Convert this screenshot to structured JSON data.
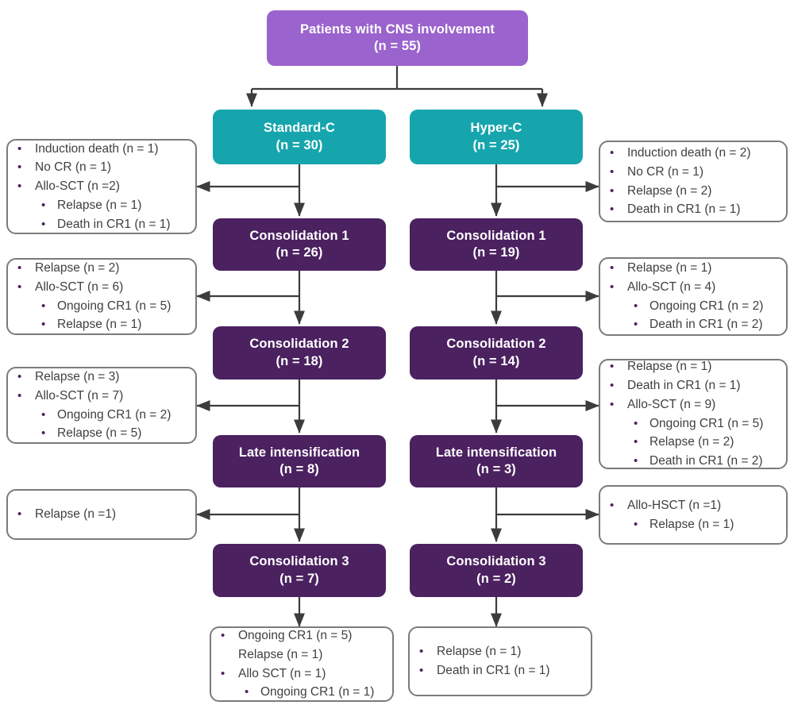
{
  "diagram": {
    "title": "CONSORT-style patient flow diagram: CNS involvement treatment arms",
    "colors": {
      "root": "#9a63cd",
      "arm": "#17a5ad",
      "stage": "#4b2160",
      "box_border": "#7b7b7b",
      "text_dark": "#3f3f3f",
      "edge": "#3c3c3c"
    }
  },
  "root": {
    "title": "Patients with CNS involvement",
    "count": "(n = 55)"
  },
  "arms": [
    {
      "title": "Standard-C",
      "count": "(n = 30)"
    },
    {
      "title": "Hyper-C",
      "count": "(n = 25)"
    }
  ],
  "left_column": [
    {
      "title": "Consolidation 1",
      "count": "(n = 26)"
    },
    {
      "title": "Consolidation 2",
      "count": "(n = 18)"
    },
    {
      "title": "Late intensification",
      "count": "(n = 8)"
    },
    {
      "title": "Consolidation 3",
      "count": "(n = 7)"
    }
  ],
  "right_column": [
    {
      "title": "Consolidation 1",
      "count": "(n = 19)"
    },
    {
      "title": "Consolidation 2",
      "count": "(n = 14)"
    },
    {
      "title": "Late intensification",
      "count": "(n = 3)"
    },
    {
      "title": "Consolidation 3",
      "count": "(n = 2)"
    }
  ],
  "left_sideboxes": [
    {
      "id": "left-induction",
      "lines": [
        {
          "level": 1,
          "bullet": true,
          "text": "Induction death (n = 1)"
        },
        {
          "level": 1,
          "bullet": true,
          "text": "No CR (n = 1)"
        },
        {
          "level": 1,
          "bullet": true,
          "text": "Allo-SCT (n =2)"
        },
        {
          "level": 2,
          "bullet": true,
          "text": "Relapse (n = 1)"
        },
        {
          "level": 2,
          "bullet": true,
          "text": "Death in CR1 (n = 1)"
        }
      ]
    },
    {
      "id": "left-after-cons1",
      "lines": [
        {
          "level": 1,
          "bullet": true,
          "text": "Relapse (n = 2)"
        },
        {
          "level": 1,
          "bullet": true,
          "text": "Allo-SCT (n = 6)"
        },
        {
          "level": 2,
          "bullet": true,
          "text": "Ongoing CR1 (n = 5)"
        },
        {
          "level": 2,
          "bullet": true,
          "text": "Relapse (n = 1)"
        }
      ]
    },
    {
      "id": "left-after-cons2",
      "lines": [
        {
          "level": 1,
          "bullet": true,
          "text": "Relapse (n = 3)"
        },
        {
          "level": 1,
          "bullet": true,
          "text": "Allo-SCT (n = 7)"
        },
        {
          "level": 2,
          "bullet": true,
          "text": "Ongoing CR1 (n = 2)"
        },
        {
          "level": 2,
          "bullet": true,
          "text": "Relapse (n = 5)"
        }
      ]
    },
    {
      "id": "left-after-late",
      "lines": [
        {
          "level": 1,
          "bullet": true,
          "text": "Relapse (n =1)"
        }
      ]
    },
    {
      "id": "left-terminal",
      "lines": [
        {
          "level": 1,
          "bullet": true,
          "text": "Ongoing CR1 (n = 5)"
        },
        {
          "level": 1,
          "bullet": false,
          "text": "Relapse (n = 1)"
        },
        {
          "level": 1,
          "bullet": true,
          "text": "Allo SCT (n = 1)"
        },
        {
          "level": 2,
          "bullet": true,
          "text": "Ongoing CR1 (n = 1)"
        }
      ]
    }
  ],
  "right_sideboxes": [
    {
      "id": "right-induction",
      "lines": [
        {
          "level": 1,
          "bullet": true,
          "text": "Induction death (n = 2)"
        },
        {
          "level": 1,
          "bullet": true,
          "text": "No CR (n = 1)"
        },
        {
          "level": 1,
          "bullet": true,
          "text": "Relapse (n = 2)"
        },
        {
          "level": 1,
          "bullet": true,
          "text": "Death in CR1 (n = 1)"
        }
      ]
    },
    {
      "id": "right-after-cons1",
      "lines": [
        {
          "level": 1,
          "bullet": true,
          "text": "Relapse (n = 1)"
        },
        {
          "level": 1,
          "bullet": true,
          "text": "Allo-SCT (n = 4)"
        },
        {
          "level": 2,
          "bullet": true,
          "text": "Ongoing CR1 (n = 2)"
        },
        {
          "level": 2,
          "bullet": true,
          "text": "Death in CR1 (n = 2)"
        }
      ]
    },
    {
      "id": "right-after-cons2",
      "lines": [
        {
          "level": 1,
          "bullet": true,
          "text": "Relapse (n = 1)"
        },
        {
          "level": 1,
          "bullet": true,
          "text": "Death in CR1 (n = 1)"
        },
        {
          "level": 1,
          "bullet": true,
          "text": "Allo-SCT (n = 9)"
        },
        {
          "level": 2,
          "bullet": true,
          "text": "Ongoing CR1 (n = 5)"
        },
        {
          "level": 2,
          "bullet": true,
          "text": "Relapse (n = 2)"
        },
        {
          "level": 2,
          "bullet": true,
          "text": "Death in CR1 (n = 2)"
        }
      ]
    },
    {
      "id": "right-after-late",
      "lines": [
        {
          "level": 1,
          "bullet": true,
          "text": "Allo-HSCT (n =1)"
        },
        {
          "level": 2,
          "bullet": true,
          "text": "Relapse (n = 1)"
        }
      ]
    },
    {
      "id": "right-terminal",
      "lines": [
        {
          "level": 1,
          "bullet": true,
          "text": "Relapse (n = 1)"
        },
        {
          "level": 1,
          "bullet": true,
          "text": "Death in CR1 (n = 1)"
        }
      ]
    }
  ]
}
